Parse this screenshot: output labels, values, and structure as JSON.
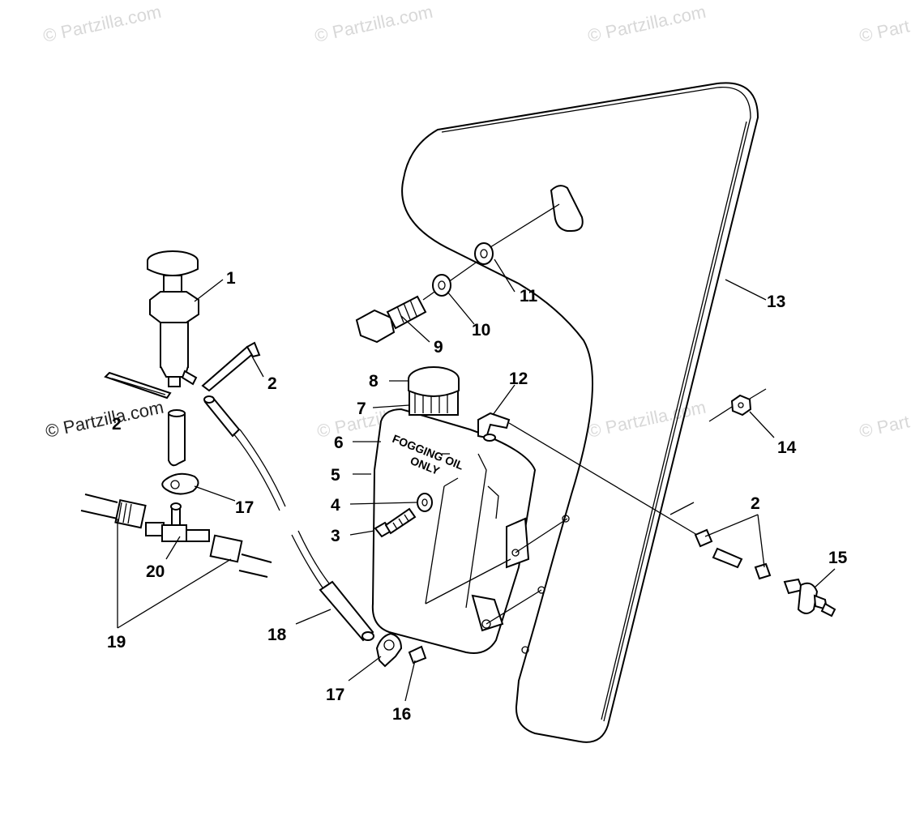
{
  "watermark": "© Partzilla.com",
  "watermark_cut": "© Part",
  "tank_label": [
    "FOGGING OIL",
    "ONLY"
  ],
  "callouts": {
    "c1": "1",
    "c2a": "2",
    "c2b": "2",
    "c2c": "2",
    "c3": "3",
    "c4": "4",
    "c5": "5",
    "c6": "6",
    "c7": "7",
    "c8": "8",
    "c9": "9",
    "c10": "10",
    "c11": "11",
    "c12": "12",
    "c13": "13",
    "c14": "14",
    "c15": "15",
    "c16": "16",
    "c17a": "17",
    "c17b": "17",
    "c18": "18",
    "c19": "19",
    "c20": "20"
  }
}
